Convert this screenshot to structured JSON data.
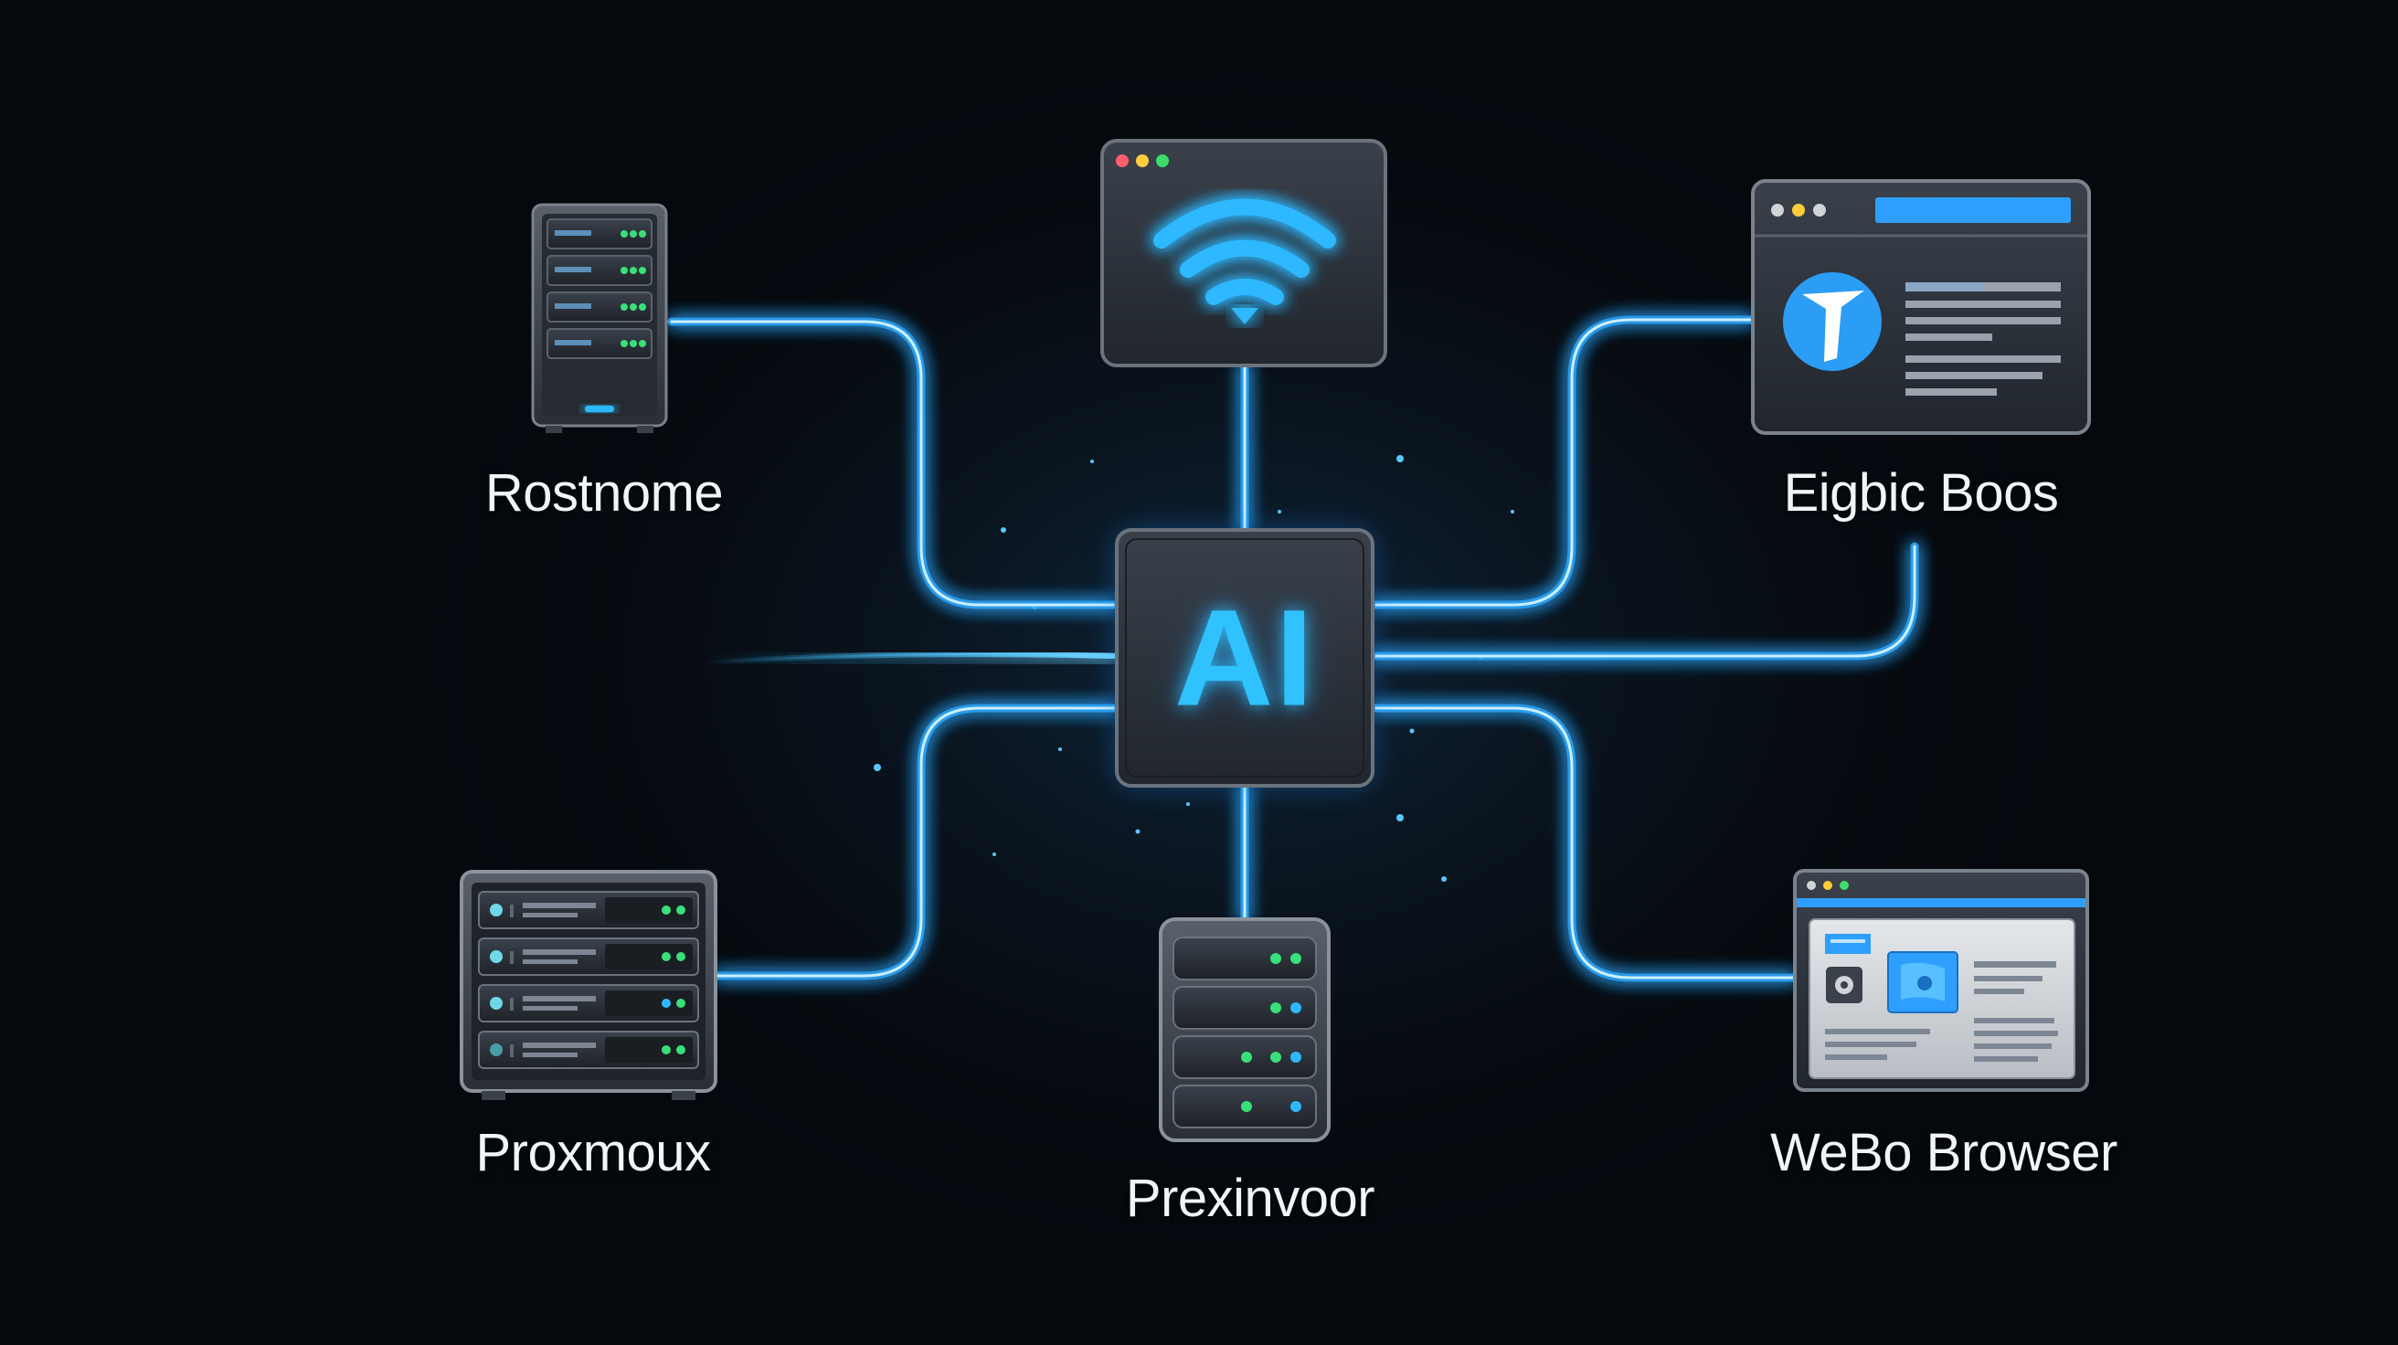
{
  "diagram": {
    "hub": {
      "label": "AI",
      "icon": "ai-chip-icon"
    },
    "nodes": [
      {
        "id": "rostnome",
        "label": "Rostnome",
        "icon": "server-tower-icon"
      },
      {
        "id": "wifi-window",
        "label": "",
        "icon": "wifi-icon"
      },
      {
        "id": "eigbic-boos",
        "label": "Eigbic Boos",
        "icon": "browser-window-icon"
      },
      {
        "id": "proxmoux",
        "label": "Proxmoux",
        "icon": "rack-server-icon"
      },
      {
        "id": "prexinvoor",
        "label": "Prexinvoor",
        "icon": "database-server-icon"
      },
      {
        "id": "webo-browser",
        "label": "WeBo Browser",
        "icon": "web-browser-icon"
      }
    ]
  },
  "colors": {
    "glow": "#2fb8ff",
    "background": "#070b11",
    "panel": "#2a3038",
    "led_green": "#39e07a",
    "led_blue": "#2fb8ff"
  }
}
